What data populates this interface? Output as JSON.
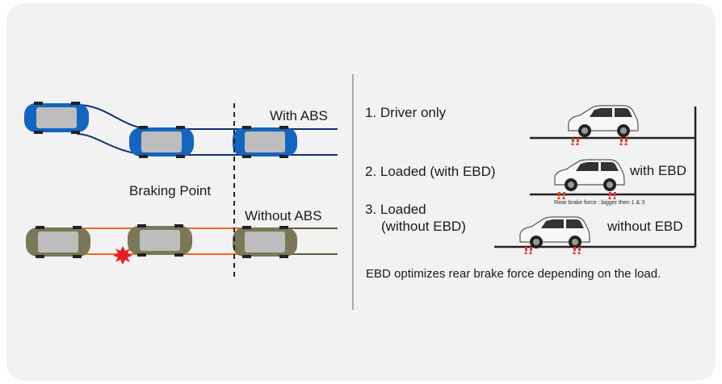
{
  "left_panel": {
    "with_abs_label": "With ABS",
    "without_abs_label": "Without ABS",
    "braking_point_label": "Braking Point"
  },
  "right_panel": {
    "items": [
      {
        "label": "1. Driver only"
      },
      {
        "label": "2. Loaded (with EBD)"
      },
      {
        "label_line1": "3. Loaded",
        "label_line2": "(without EBD)"
      }
    ],
    "with_ebd_label": "with EBD",
    "without_ebd_label": "without EBD",
    "rear_brake_note": "Rear brake force : bigger then 1 & 3",
    "footer_text": "EBD optimizes rear brake force depending on the load."
  },
  "colors": {
    "abs_car": "#1565c0",
    "no_abs_car": "#7a7858",
    "no_abs_path": "#f26522",
    "lane_line": "#0d2f73",
    "brake_arrow": "#e53935",
    "impact": "#e41e26"
  }
}
